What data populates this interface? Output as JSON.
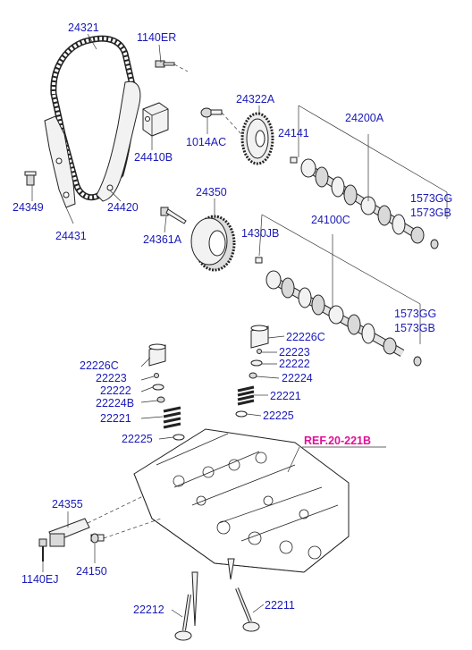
{
  "labels": {
    "timing_chain": "24321",
    "bolt_top": "1140ER",
    "ex_sprocket": "24322A",
    "ex_camshaft": "24200A",
    "ex_pin": "24141",
    "tensioner": "24410B",
    "bolt_1014": "1014AC",
    "guide_pin": "24349",
    "guide_right": "24420",
    "guide_left": "24431",
    "cvvt": "24350",
    "cvvt_bolt": "24361A",
    "in_pin": "1430JB",
    "in_camshaft": "24100C",
    "plug_ex_1": "1573GG",
    "plug_ex_2": "1573GB",
    "plug_in_1": "1573GG",
    "plug_in_2": "1573GB",
    "tappet_left": "22226C",
    "tappet_right": "22226C",
    "cotter_left": "22223",
    "cotter_right": "22223",
    "retainer_left": "22222",
    "retainer_right": "22222",
    "seal_left": "22224B",
    "seal_right": "22224",
    "spring_left": "22221",
    "spring_right": "22221",
    "seat_left": "22225",
    "seat_right": "22225",
    "ocv": "24355",
    "ocv_bolt": "1140EJ",
    "ocv_filter": "24150",
    "valve_intake": "22212",
    "valve_exhaust": "22211",
    "ref_label": "REF.20-221B"
  },
  "colors": {
    "label": "#1a1ab8",
    "ref": "#e0109a",
    "line": "#222222"
  }
}
